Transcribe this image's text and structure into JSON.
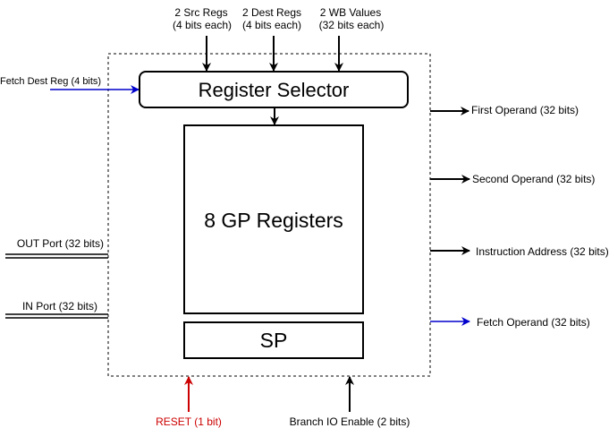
{
  "diagram": {
    "inputs_top": {
      "src_regs_line1": "2 Src Regs",
      "src_regs_line2": "(4 bits each)",
      "dest_regs_line1": "2 Dest Regs",
      "dest_regs_line2": "(4 bits each)",
      "wb_values_line1": "2 WB Values",
      "wb_values_line2": "(32 bits each)"
    },
    "fetch_dest_reg": "Fetch Dest Reg (4 bits)",
    "register_selector": "Register Selector",
    "gp_registers": "8 GP Registers",
    "sp": "SP",
    "outputs_right": {
      "first_operand": "First Operand (32 bits)",
      "second_operand": "Second Operand (32 bits)",
      "instruction_address": "Instruction Address (32 bits)",
      "fetch_operand": "Fetch Operand (32 bits)"
    },
    "ports_left": {
      "out_port": "OUT Port (32 bits)",
      "in_port": "IN Port (32 bits)"
    },
    "inputs_bottom": {
      "reset": "RESET (1 bit)",
      "branch_io_enable": "Branch IO Enable (2 bits)"
    },
    "colors": {
      "blue": "#0000cc",
      "red": "#cc0000",
      "black": "#000000"
    }
  }
}
